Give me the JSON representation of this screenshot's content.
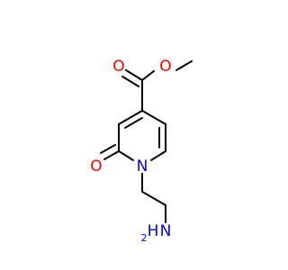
{
  "molecule": {
    "atoms": {
      "carbonyl_oxygen": {
        "label": "O",
        "color": "#ff0000"
      },
      "ester_oxygen": {
        "label": "O",
        "color": "#ff0000"
      },
      "ring_oxo_oxygen": {
        "label": "O",
        "color": "#ff0000"
      },
      "ring_nitrogen": {
        "label": "N",
        "color": "#0000ff"
      },
      "amine_h": {
        "label": "H",
        "color": "#0000ff"
      },
      "amine_n": {
        "label": "N",
        "color": "#0000ff"
      },
      "amine_h_subscript": {
        "label": "2",
        "color": "#0000ff"
      }
    },
    "bond_color": "#000000"
  }
}
